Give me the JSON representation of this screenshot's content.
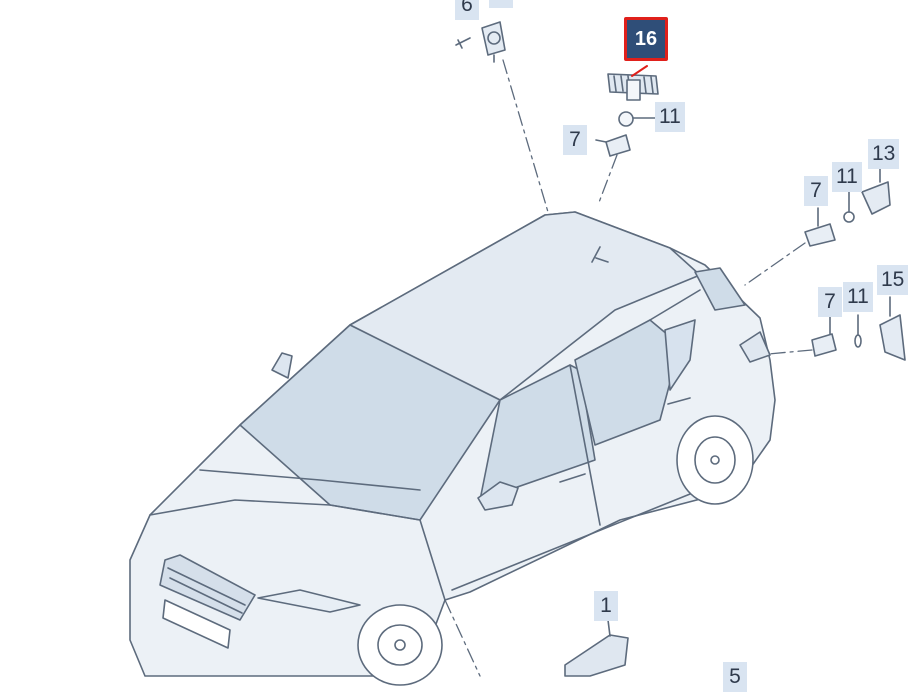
{
  "diagram": {
    "selected_callout": "16",
    "colors": {
      "background": "#ffffff",
      "line": "#5d6b7d",
      "body_fill": "#ecf1f6",
      "glass_fill": "#cfdce8",
      "callout_fill": "#d9e4f1",
      "callout_text": "#2f3a4c",
      "selected_fill": "#2f4e78",
      "selected_border": "#e0201b",
      "selected_text": "#ffffff"
    },
    "callouts": {
      "c6": "6",
      "c16": "16",
      "c11a": "11",
      "c7a": "7",
      "c13": "13",
      "c11b": "11",
      "c7b": "7",
      "c15": "15",
      "c11c": "11",
      "c7c": "7",
      "c1": "1",
      "c5": "5"
    }
  }
}
